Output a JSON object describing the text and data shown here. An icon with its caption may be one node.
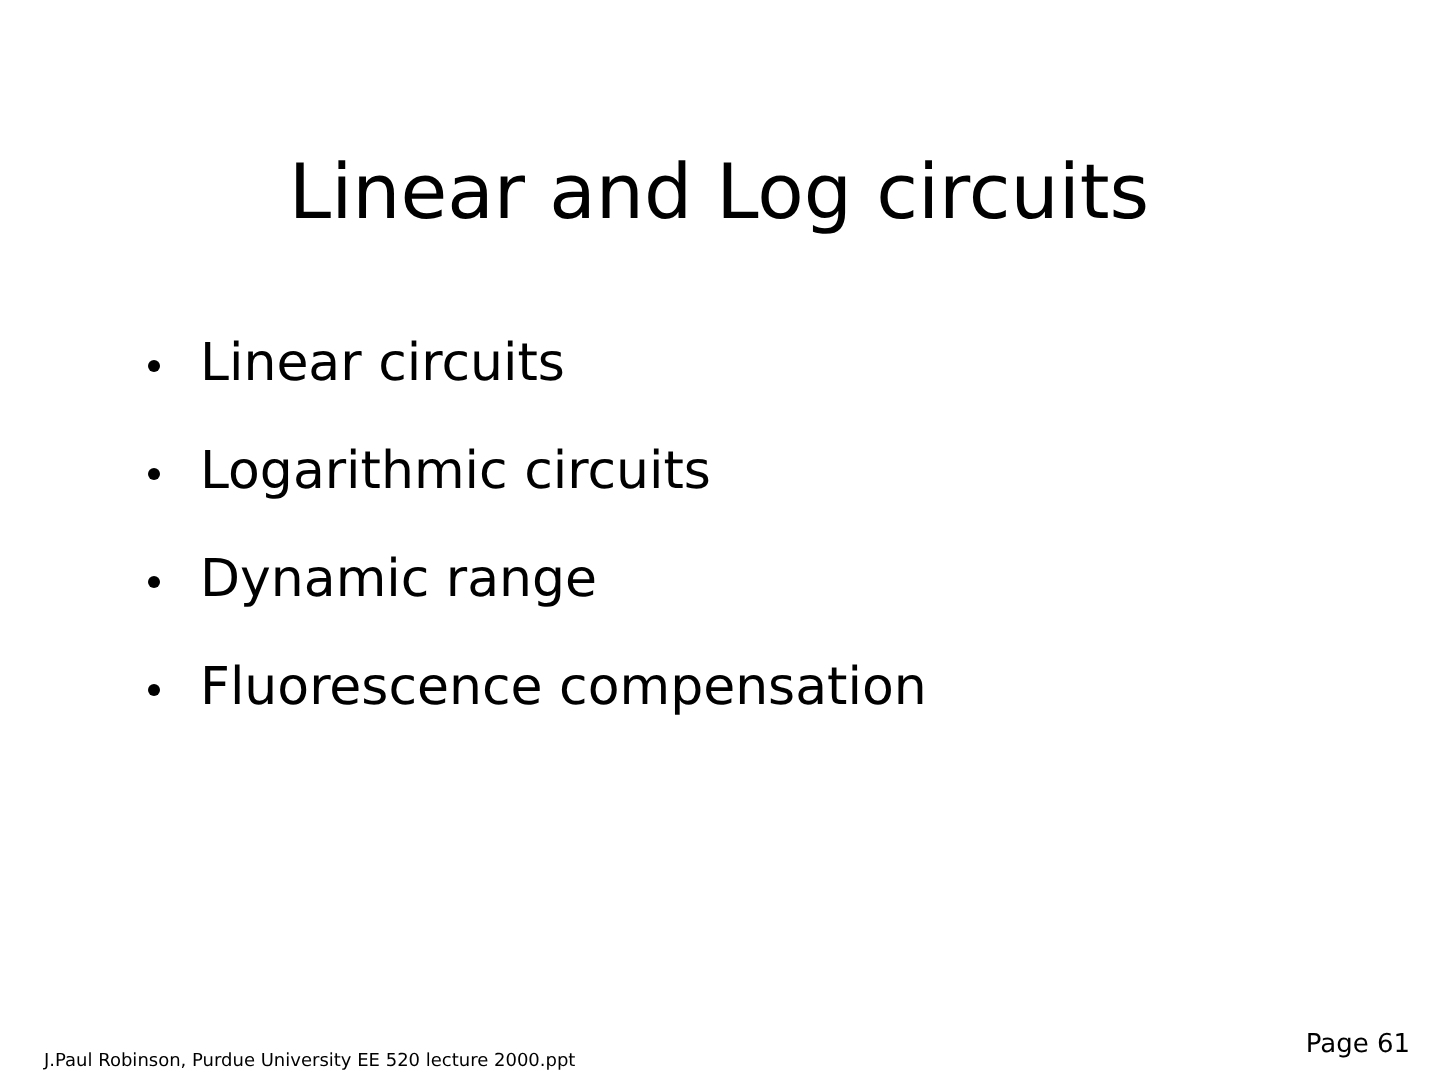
{
  "diagram": {
    "title": "Linear and Log circuits",
    "labels": [
      "Linear circuits",
      "Logarithmic circuits",
      "Dynamic range",
      "Fluorescence compensation",
      "J.Paul Robinson, Purdue University EE 520 lecture 2000.ppt",
      "Page 61"
    ]
  }
}
